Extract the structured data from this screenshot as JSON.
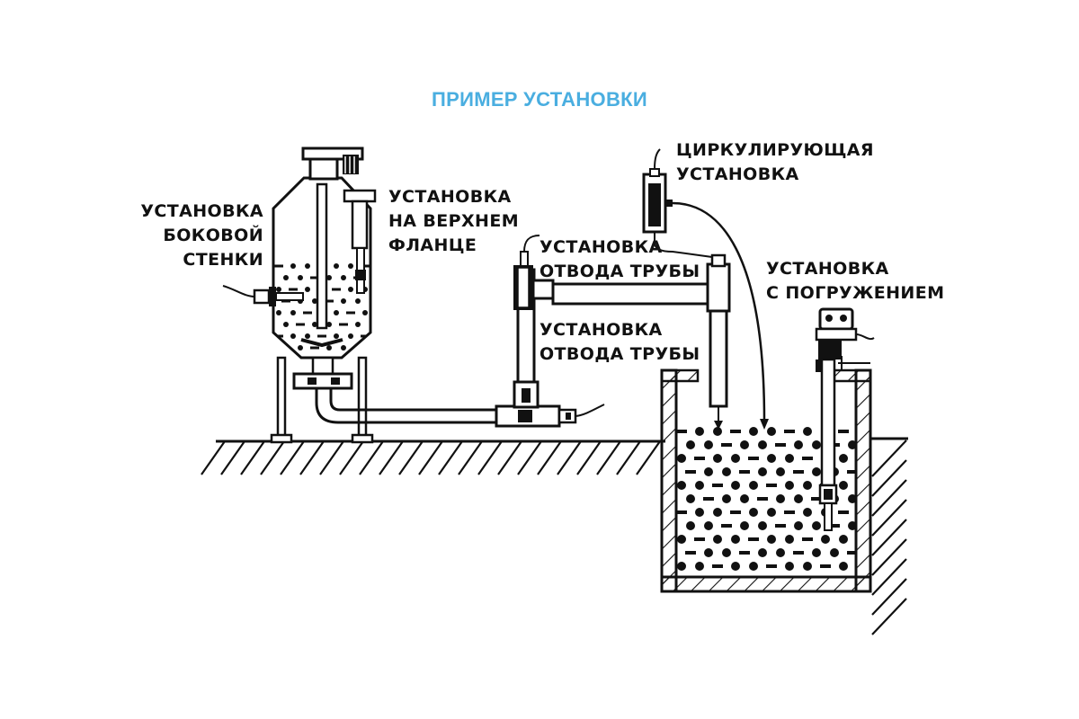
{
  "title": "ПРИМЕР УСТАНОВКИ",
  "labels": {
    "side_wall": [
      "УСТАНОВКА",
      "БОКОВОЙ",
      "СТЕНКИ"
    ],
    "top_flange": [
      "УСТАНОВКА",
      "НА ВЕРХНЕМ",
      "ФЛАНЦЕ"
    ],
    "pipe_outlet_1": [
      "УСТАНОВКА",
      "ОТВОДА ТРУБЫ"
    ],
    "pipe_outlet_2": [
      "УСТАНОВКА",
      "ОТВОДА ТРУБЫ"
    ],
    "circulating": [
      "ЦИРКУЛИРУЮЩАЯ",
      "УСТАНОВКА"
    ],
    "immersion": [
      "УСТАНОВКА",
      "С ПОГРУЖЕНИЕМ"
    ]
  },
  "colors": {
    "title": "#4aaee0",
    "ink": "#111111"
  }
}
